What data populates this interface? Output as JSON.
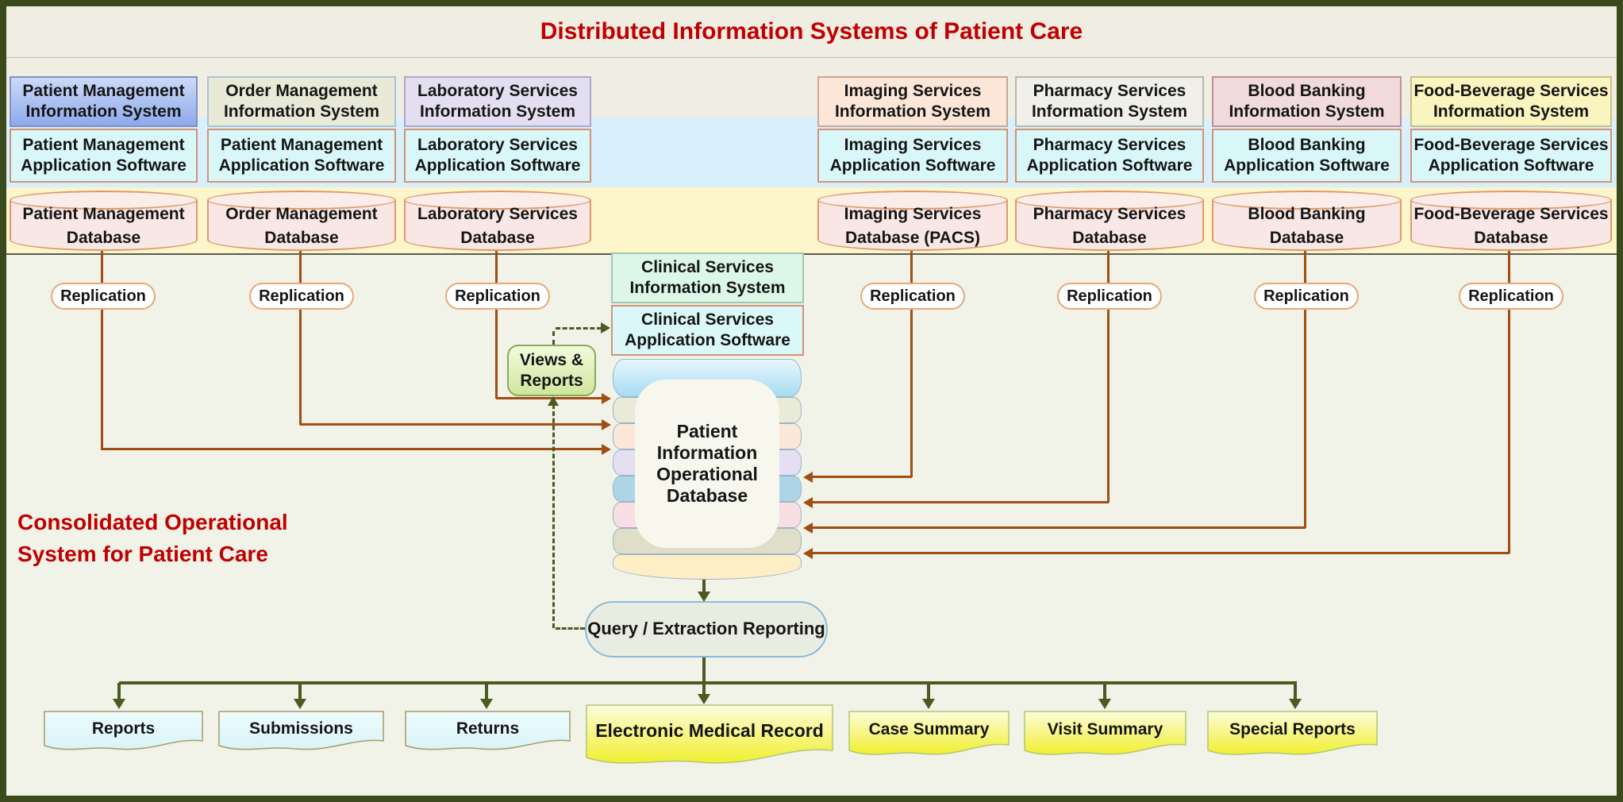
{
  "title": "Distributed Information Systems of Patient Care",
  "side_label": "Consolidated Operational System for Patient Care",
  "labels": {
    "replication": "Replication"
  },
  "columns": [
    {
      "system": "Patient Management Information System",
      "software": "Patient Management Application Software",
      "database": "Patient Management Database"
    },
    {
      "system": "Order Management Information System",
      "software": "Patient Management Application Software",
      "database": "Order Management Database"
    },
    {
      "system": "Laboratory Services Information System",
      "software": "Laboratory Services Application Software",
      "database": "Laboratory Services Database"
    },
    {
      "system": "Imaging Services Information System",
      "software": "Imaging Services Application Software",
      "database": "Imaging Services Database (PACS)"
    },
    {
      "system": "Pharmacy Services Information System",
      "software": "Pharmacy Services Application Software",
      "database": "Pharmacy Services Database"
    },
    {
      "system": "Blood Banking Information System",
      "software": "Blood Banking Application Software",
      "database": "Blood Banking Database"
    },
    {
      "system": "Food-Beverage Services Information System",
      "software": "Food-Beverage Services Application Software",
      "database": "Food-Beverage Services Database"
    }
  ],
  "clinical": {
    "system": "Clinical Services Information System",
    "software": "Clinical Services Application Software",
    "central_database": "Patient Information Operational Database",
    "views_reports": "Views & Reports",
    "query": "Query / Extraction Reporting"
  },
  "outputs": [
    {
      "label": "Reports"
    },
    {
      "label": "Submissions"
    },
    {
      "label": "Returns"
    },
    {
      "label": "Electronic Medical Record"
    },
    {
      "label": "Case Summary"
    },
    {
      "label": "Visit Summary"
    },
    {
      "label": "Special Reports"
    }
  ],
  "colors": {
    "title_red": "#c00000",
    "frame_green": "#3a4a1c",
    "band_blue": "#d9effb",
    "band_yellow": "#fdf6cb",
    "line_brown": "#a14e12",
    "line_green": "#4b5a20",
    "app_software_cyan": "#d9f7f9",
    "database_pink": "#f8e7e4",
    "output_yellow": "#f1ef2e",
    "output_cyan": "#e1f7fa"
  }
}
